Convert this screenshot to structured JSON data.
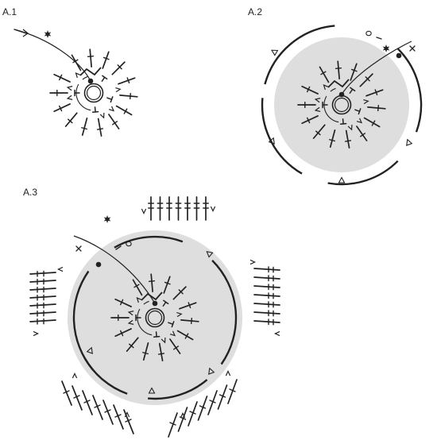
{
  "diagrams": [
    {
      "label": "A.1",
      "background_fill": "none"
    },
    {
      "label": "A.2",
      "background_fill": "#dedede"
    },
    {
      "label": "A.3",
      "background_fill": "#dedede"
    }
  ],
  "symbols": {
    "start_marker": "star-icon",
    "direction_marker": "arrow-icon",
    "loop": "magic-ring-icon",
    "slip_stitch": "filled-dot-icon",
    "chain": "oval-icon",
    "single_crochet": "x-icon",
    "increase": "v-icon",
    "decrease": "inverted-v-icon",
    "treble_crochet": "cross-post-icon",
    "half_treble": "t-icon",
    "end_of_round": "triangle-icon"
  },
  "colors": {
    "ink": "#222222",
    "fill": "#dedede"
  }
}
